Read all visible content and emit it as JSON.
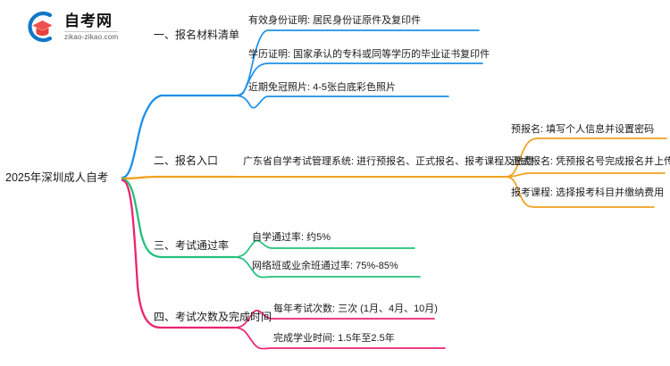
{
  "logo": {
    "name": "自考网",
    "url": "zikao-zikao.com",
    "mark_icon": "graduation-cap-icon"
  },
  "mindmap": {
    "root": {
      "label": "2025年深圳成人自考"
    },
    "branches": [
      {
        "label": "一、报名材料清单",
        "color": "#1E90E8",
        "children": [
          {
            "label": "有效身份证明: 居民身份证原件及复印件"
          },
          {
            "label": "学历证明: 国家承认的专科或同等学历的毕业证书复印件"
          },
          {
            "label": "近期免冠照片: 4-5张白底彩色照片"
          }
        ]
      },
      {
        "label": "二、报名入口",
        "color": "#F0A01E",
        "children": [
          {
            "label": "广东省自学考试管理系统: 进行预报名、正式报名、报考课程及缴费",
            "children": [
              {
                "label": "预报名: 填写个人信息并设置密码"
              },
              {
                "label": "正式报名: 凭预报名号完成报名并上传材料"
              },
              {
                "label": "报考课程: 选择报考科目并缴纳费用"
              }
            ]
          }
        ]
      },
      {
        "label": "三、考试通过率",
        "color": "#22C07A",
        "children": [
          {
            "label": "自学通过率: 约5%"
          },
          {
            "label": "网络班或业余班通过率: 75%-85%"
          }
        ]
      },
      {
        "label": "四、考试次数及完成时间",
        "color": "#EC2370",
        "children": [
          {
            "label": "每年考试次数: 三次 (1月、4月、10月)"
          },
          {
            "label": "完成学业时间: 1.5年至2.5年"
          }
        ]
      }
    ]
  }
}
